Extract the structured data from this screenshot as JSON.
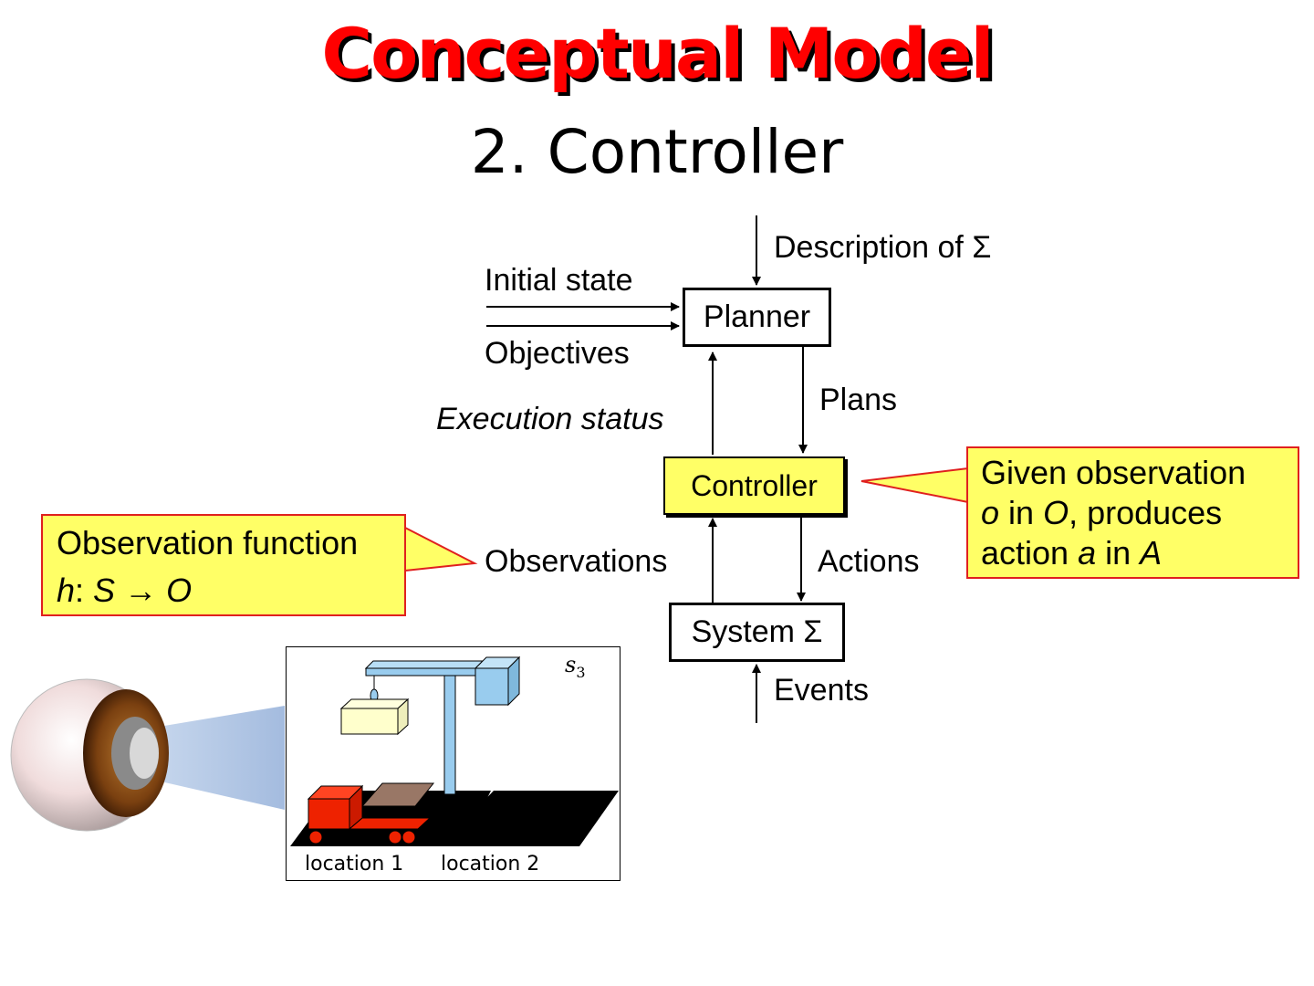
{
  "slide": {
    "title": "Conceptual Model",
    "subtitle": "2. Controller"
  },
  "diagram": {
    "description": "Description of Σ",
    "initial_state": "Initial state",
    "objectives": "Objectives",
    "planner": "Planner",
    "plans": "Plans",
    "execution_status": "Execution status",
    "controller": "Controller",
    "observations": "Observations",
    "actions": "Actions",
    "system": "System Σ",
    "events": "Events"
  },
  "callouts": {
    "observation_function": {
      "line1": "Observation function",
      "h": "h",
      "sep": ": ",
      "S": "S",
      "arrow": " → ",
      "O": "O"
    },
    "controller_note": {
      "line1": "Given observation",
      "o": "o",
      "in1": " in ",
      "O": "O",
      "produces": ", produces",
      "action": "action ",
      "a": "a",
      "in2": " in ",
      "A": "A"
    }
  },
  "scene": {
    "state_label": "s",
    "state_index": "3",
    "location1": "location 1",
    "location2": "location 2"
  },
  "colors": {
    "title": "#ff0000",
    "callout_fill": "#ffff66",
    "callout_border": "#e0201e",
    "crane": "#99ccee",
    "truck": "#ee2200",
    "container": "#ffffcc"
  }
}
